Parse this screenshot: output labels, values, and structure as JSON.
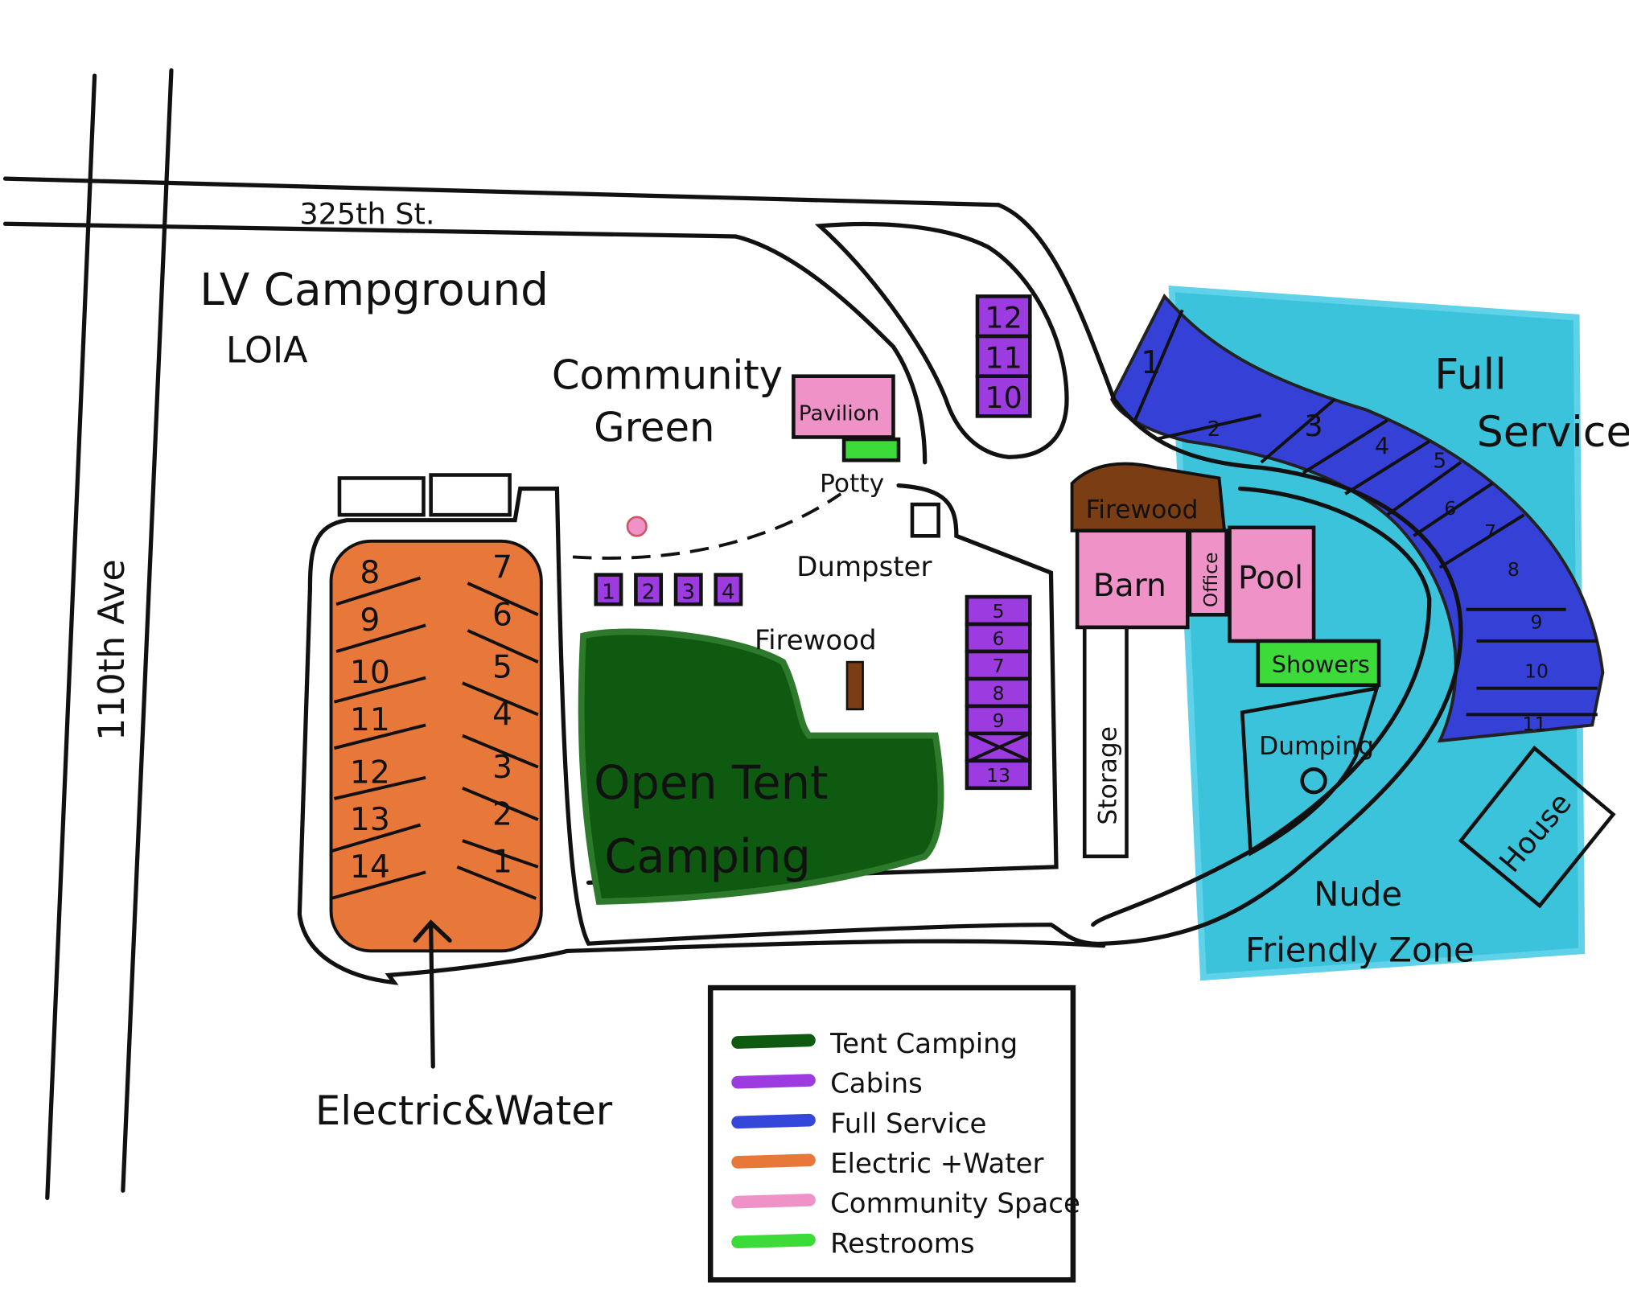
{
  "map": {
    "title": "LV Campground",
    "subtitle": "LOIA",
    "streets": {
      "horizontal": "325th St.",
      "vertical": "110th Ave"
    },
    "areas": {
      "community_green": [
        "Community",
        "Green"
      ],
      "pavilion": "Pavilion",
      "potty": "Potty",
      "dumpster": "Dumpster",
      "firewood_center": "Firewood",
      "firewood_barn": "Firewood",
      "open_tent": [
        "Open Tent",
        "Camping"
      ],
      "barn": "Barn",
      "office": "Office",
      "pool": "Pool",
      "showers": "Showers",
      "storage": "Storage",
      "dumping": "Dumping",
      "house": "House",
      "full_service": [
        "Full",
        "Service"
      ],
      "nude_zone": [
        "Nude",
        "Friendly Zone"
      ],
      "electric_water": "Electric&Water"
    },
    "sites": {
      "electric_left": [
        "8",
        "9",
        "10",
        "11",
        "12",
        "13",
        "14"
      ],
      "electric_right": [
        "7",
        "6",
        "5",
        "4",
        "3",
        "2",
        "1"
      ],
      "cabins_top": [
        "12",
        "11",
        "10"
      ],
      "cabins_row": [
        "1",
        "2",
        "3",
        "4"
      ],
      "cabins_column": [
        "5",
        "6",
        "7",
        "8",
        "9",
        "X",
        "13"
      ],
      "full_service": [
        "1",
        "2",
        "3",
        "4",
        "5",
        "6",
        "7",
        "8",
        "9",
        "10",
        "11"
      ]
    }
  },
  "legend": {
    "items": [
      {
        "label": "Tent Camping",
        "color": "#0d5a10"
      },
      {
        "label": "Cabins",
        "color": "#9b3be0"
      },
      {
        "label": "Full Service",
        "color": "#3547d8"
      },
      {
        "label": "Electric +Water",
        "color": "#e8773a"
      },
      {
        "label": "Community Space",
        "color": "#ef92c8"
      },
      {
        "label": "Restrooms",
        "color": "#3ddb3a"
      }
    ]
  },
  "colors": {
    "tent": "#0d5a10",
    "cabin": "#9b3be0",
    "full_service": "#3540d6",
    "electric": "#e8773a",
    "community": "#ef92c8",
    "restroom": "#3ddb3a",
    "nude_zone": "#3cc3dc",
    "firewood": "#7a3d14"
  }
}
